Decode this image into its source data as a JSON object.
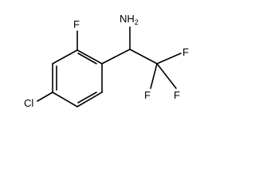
{
  "molecule": {
    "atoms": {
      "nh2": {
        "label": "NH",
        "subscript": "2"
      },
      "f_ring": {
        "label": "F"
      },
      "cl": {
        "label": "Cl"
      },
      "f_top": {
        "label": "F"
      },
      "f_left": {
        "label": "F"
      },
      "f_right": {
        "label": "F"
      }
    },
    "colors": {
      "stroke": "#000000",
      "background": "#ffffff"
    }
  }
}
